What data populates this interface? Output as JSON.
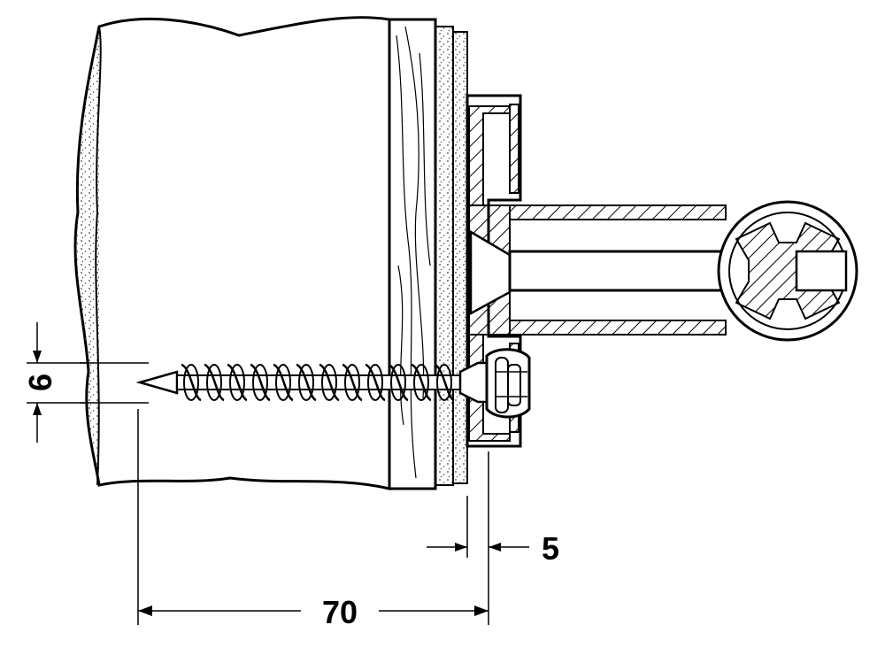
{
  "dimensions": {
    "thread_diameter": "6",
    "base_plate_thickness": "5",
    "screw_length": "70"
  },
  "colors": {
    "line": "#000000",
    "background": "#ffffff",
    "stipple": "#444444"
  }
}
